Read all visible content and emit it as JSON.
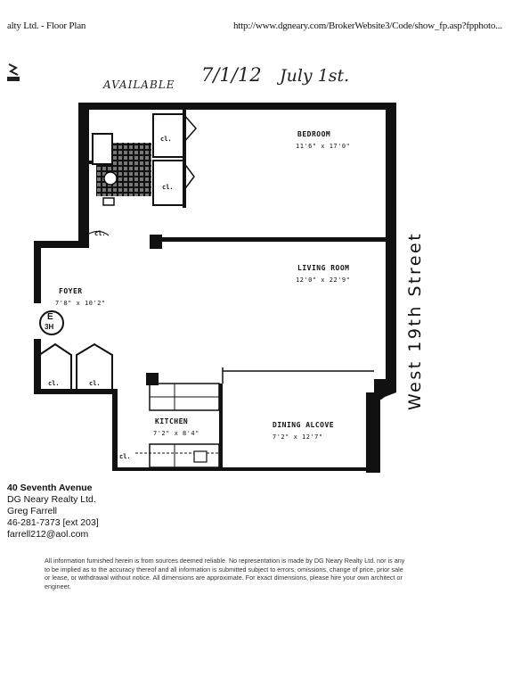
{
  "header": {
    "left": "alty Ltd. - Floor Plan",
    "right": "http://www.dgneary.com/BrokerWebsite3/Code/show_fp.asp?fpphoto..."
  },
  "annotation": {
    "available": "AVAILABLE",
    "date": "7/1/12",
    "date_words": "July 1st."
  },
  "plan": {
    "rooms": [
      {
        "name": "BEDROOM",
        "dims": "11'6\" x 17'0\""
      },
      {
        "name": "LIVING ROOM",
        "dims": "12'0\" x 22'9\""
      },
      {
        "name": "FOYER",
        "dims": "7'8\" x 10'2\""
      },
      {
        "name": "KITCHEN",
        "dims": "7'2\" x 8'4\""
      },
      {
        "name": "DINING ALCOVE",
        "dims": "7'2\" x 12'7\""
      }
    ],
    "closet_label": "cl.",
    "entry_label": "E",
    "entry_sub": "3H",
    "street": "West 19th Street"
  },
  "contact": {
    "address": "40 Seventh Avenue",
    "company": "DG Neary Realty Ltd.",
    "agent": "Greg Farrell",
    "phone": "46-281-7373 [ext 203]",
    "email": "farrell212@aol.com"
  },
  "disclaimer": "All information furnished herein is from sources deemed reliable. No representation is made by DG Neary Realty Ltd. nor is any to be implied as to the accuracy thereof and all information is submitted subject to errors, omissions, change of price, prior sale or lease, or withdrawal without notice. All dimensions are approximate. For exact dimensions, please hire your own architect or engineer."
}
